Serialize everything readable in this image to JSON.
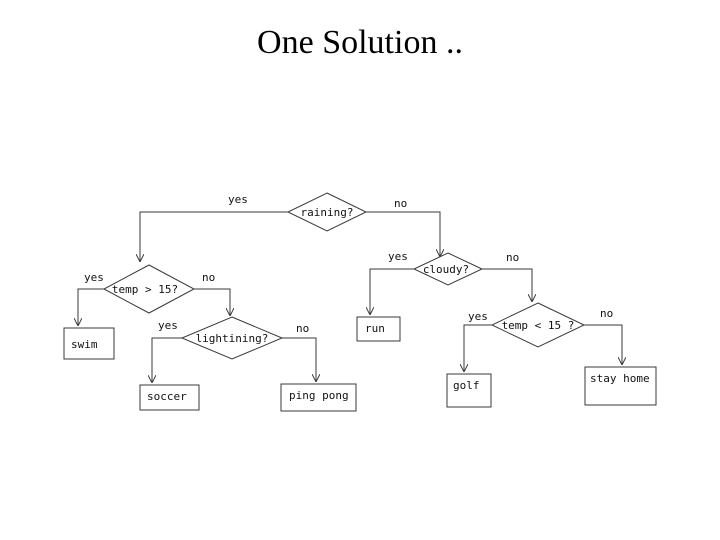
{
  "title": "One Solution ..",
  "decisions": {
    "raining": "raining?",
    "temp15": "temp > 15?",
    "cloudy": "cloudy?",
    "lightning": "lightining?",
    "tempLt15": "temp < 15 ?"
  },
  "outcomes": {
    "swim": "swim",
    "run": "run",
    "soccer": "soccer",
    "pingpong": "ping pong",
    "golf": "golf",
    "stayhome": "stay home"
  },
  "edge_labels": {
    "yes": "yes",
    "no": "no"
  },
  "colors": {
    "line": "#3a3a3a",
    "text": "#111111",
    "background": "#ffffff"
  }
}
